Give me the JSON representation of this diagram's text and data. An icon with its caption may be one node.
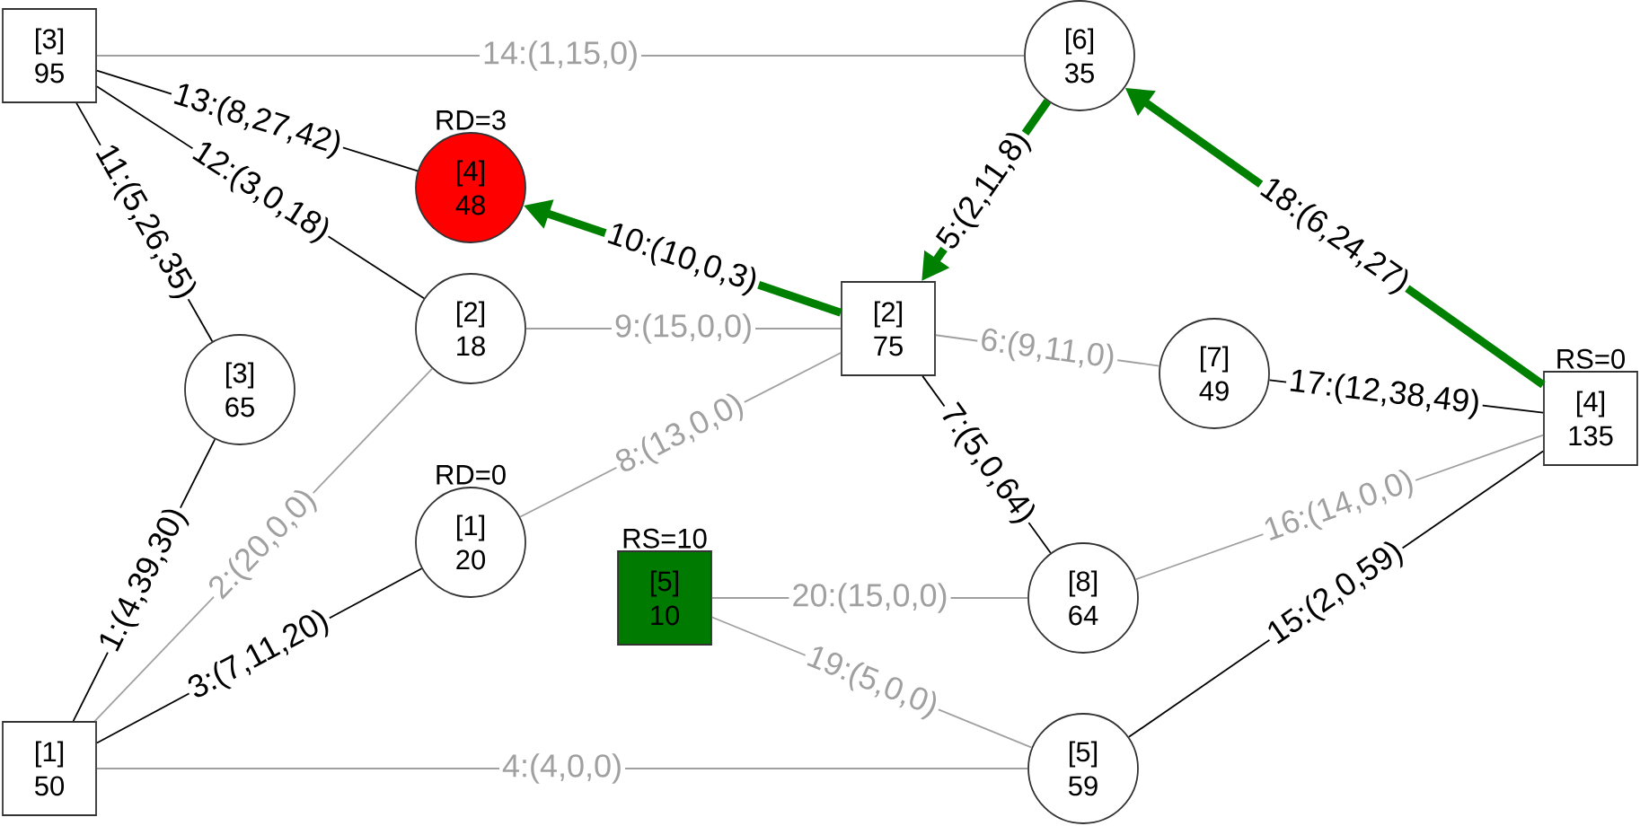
{
  "diagram": {
    "nodes": [
      {
        "text": [
          "[3]",
          "95"
        ]
      },
      {
        "text": [
          "[6]",
          "35"
        ]
      },
      {
        "text": [
          "[4]",
          "48"
        ],
        "beside": [
          "RD=3"
        ]
      },
      {
        "text": [
          "[2]",
          "18"
        ]
      },
      {
        "text": [
          "[2]",
          "75"
        ]
      },
      {
        "text": [
          "[3]",
          "65"
        ]
      },
      {
        "text": [
          "[7]",
          "49"
        ]
      },
      {
        "text": [
          "[4]",
          "135"
        ],
        "beside": [
          "RS=0"
        ]
      },
      {
        "text": [
          "[1]",
          "20"
        ],
        "beside": [
          "RD=0"
        ]
      },
      {
        "text": [
          "[5]",
          "10"
        ],
        "beside": [
          "RS=10"
        ]
      },
      {
        "text": [
          "[8]",
          "64"
        ]
      },
      {
        "text": [
          "[1]",
          "50"
        ]
      },
      {
        "text": [
          "[5]",
          "59"
        ]
      }
    ],
    "edges": [
      {
        "from": 11,
        "to": 5,
        "arrow": "none",
        "label": "1:(4,39,30)",
        "color": "#000000"
      },
      {
        "from": 11,
        "to": 3,
        "arrow": "none",
        "label": "2:(20,0,0)"
      },
      {
        "from": 11,
        "to": 8,
        "arrow": "none",
        "label": "3:(7,11,20)",
        "color": "#000000"
      },
      {
        "from": 11,
        "to": 12,
        "arrow": "none",
        "label": "4:(4,0,0)"
      },
      {
        "from": 1,
        "to": 4,
        "arrow": "to",
        "label": "5:(2,11,8)",
        "style": "thick",
        "color": "#008000"
      },
      {
        "from": 4,
        "to": 6,
        "arrow": "none",
        "label": "6:(9,11,0)"
      },
      {
        "from": 4,
        "to": 10,
        "arrow": "none",
        "label": "7:(5,0,64)",
        "color": "#000000"
      },
      {
        "from": 8,
        "to": 4,
        "arrow": "none",
        "label": "8:(13,0,0)"
      },
      {
        "from": 3,
        "to": 4,
        "arrow": "none",
        "label": "9:(15,0,0)"
      },
      {
        "from": 4,
        "to": 2,
        "arrow": "to",
        "label": "10:(10,0,3)",
        "style": "thick",
        "color": "#008000"
      },
      {
        "from": 0,
        "to": 5,
        "arrow": "none",
        "label": "11:(5,26,35)",
        "color": "#000000"
      },
      {
        "from": 0,
        "to": 3,
        "arrow": "none",
        "label": "12:(3,0,18)",
        "color": "#000000"
      },
      {
        "from": 0,
        "to": 2,
        "arrow": "none",
        "label": "13:(8,27,42)",
        "color": "#000000"
      },
      {
        "from": 0,
        "to": 1,
        "arrow": "none",
        "label": "14:(1,15,0)"
      },
      {
        "from": 12,
        "to": 7,
        "arrow": "none",
        "label": "15:(2,0,59)",
        "color": "#000000"
      },
      {
        "from": 10,
        "to": 7,
        "arrow": "none",
        "label": "16:(14,0,0)"
      },
      {
        "from": 6,
        "to": 7,
        "arrow": "none",
        "label": "17:(12,38,49)",
        "color": "#000000"
      },
      {
        "from": 7,
        "to": 1,
        "arrow": "to",
        "label": "18:(6,24,27)",
        "style": "thick",
        "color": "#008000"
      },
      {
        "from": 9,
        "to": 12,
        "arrow": "none",
        "label": "19:(5,0,0)"
      },
      {
        "from": 9,
        "to": 10,
        "arrow": "none",
        "label": "20:(15,0,0)"
      }
    ]
  }
}
